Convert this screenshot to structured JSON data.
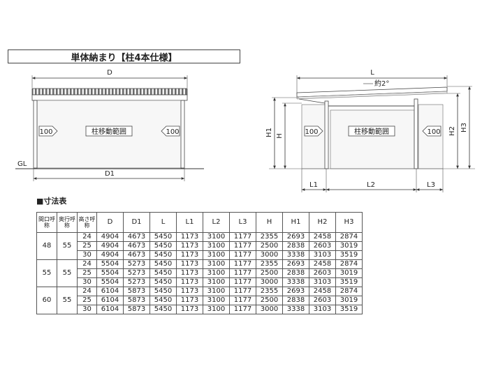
{
  "title": "単体納まり【柱4本仕様】",
  "left_view": {
    "dim_top": "D",
    "dim_bottom": "D1",
    "gl": "GL",
    "center_label": "柱移動範囲",
    "left_arrow": "100",
    "right_arrow": "100"
  },
  "right_view": {
    "dim_top": "L",
    "slope": "約2°",
    "h1": "H1",
    "h": "H",
    "h2": "H2",
    "h3": "H3",
    "center_label": "柱移動範囲",
    "left_arrow": "100",
    "right_arrow": "100",
    "l1": "L1",
    "l2": "L2",
    "l3": "L3"
  },
  "table": {
    "title": "■寸法表",
    "headers": [
      "間口呼称",
      "奥行呼称",
      "高さ呼称",
      "D",
      "D1",
      "L",
      "L1",
      "L2",
      "L3",
      "H",
      "H1",
      "H2",
      "H3"
    ],
    "groups": [
      {
        "width": "48",
        "depth": "55",
        "rows": [
          [
            "24",
            "4904",
            "4673",
            "5450",
            "1173",
            "3100",
            "1177",
            "2355",
            "2693",
            "2458",
            "2874"
          ],
          [
            "25",
            "4904",
            "4673",
            "5450",
            "1173",
            "3100",
            "1177",
            "2500",
            "2838",
            "2603",
            "3019"
          ],
          [
            "30",
            "4904",
            "4673",
            "5450",
            "1173",
            "3100",
            "1177",
            "3000",
            "3338",
            "3103",
            "3519"
          ]
        ]
      },
      {
        "width": "55",
        "depth": "55",
        "rows": [
          [
            "24",
            "5504",
            "5273",
            "5450",
            "1173",
            "3100",
            "1177",
            "2355",
            "2693",
            "2458",
            "2874"
          ],
          [
            "25",
            "5504",
            "5273",
            "5450",
            "1173",
            "3100",
            "1177",
            "2500",
            "2838",
            "2603",
            "3019"
          ],
          [
            "30",
            "5504",
            "5273",
            "5450",
            "1173",
            "3100",
            "1177",
            "3000",
            "3338",
            "3103",
            "3519"
          ]
        ]
      },
      {
        "width": "60",
        "depth": "55",
        "rows": [
          [
            "24",
            "6104",
            "5873",
            "5450",
            "1173",
            "3100",
            "1177",
            "2355",
            "2693",
            "2458",
            "2874"
          ],
          [
            "25",
            "6104",
            "5873",
            "5450",
            "1173",
            "3100",
            "1177",
            "2500",
            "2838",
            "2603",
            "3019"
          ],
          [
            "30",
            "6104",
            "5873",
            "5450",
            "1173",
            "3100",
            "1177",
            "3000",
            "3338",
            "3103",
            "3519"
          ]
        ]
      }
    ]
  }
}
